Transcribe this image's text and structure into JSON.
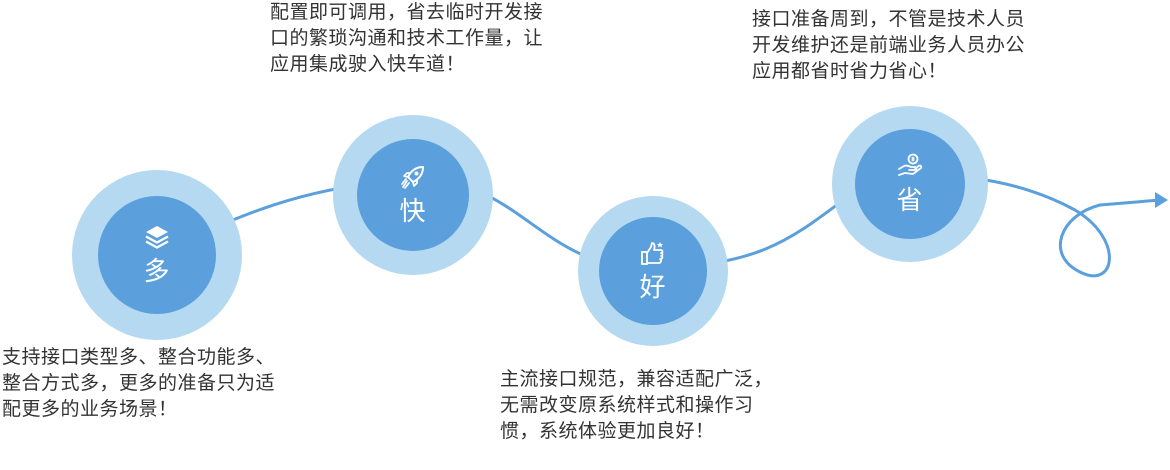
{
  "colors": {
    "outer_ring": "#b4d9f1",
    "inner_circle": "#5b9fdc",
    "curve": "#5b9fdc",
    "text": "#333333"
  },
  "nodes": [
    {
      "label": "多",
      "icon": "layers-icon",
      "description": [
        "支持接口类型多、整合功能多、",
        "整合方式多，更多的准备只为适",
        "配更多的业务场景！"
      ]
    },
    {
      "label": "快",
      "icon": "rocket-icon",
      "description": [
        "配置即可调用，省去临时开发接",
        "口的繁琐沟通和技术工作量，让",
        "应用集成驶入快车道！"
      ]
    },
    {
      "label": "好",
      "icon": "thumbs-up-icon",
      "description": [
        "主流接口规范，兼容适配广泛，",
        "无需改变原系统样式和操作习",
        "惯，系统体验更加良好！"
      ]
    },
    {
      "label": "省",
      "icon": "coin-hand-icon",
      "description": [
        "接口准备周到，不管是技术人员",
        "开发维护还是前端业务人员办公",
        "应用都省时省力省心！"
      ]
    }
  ]
}
